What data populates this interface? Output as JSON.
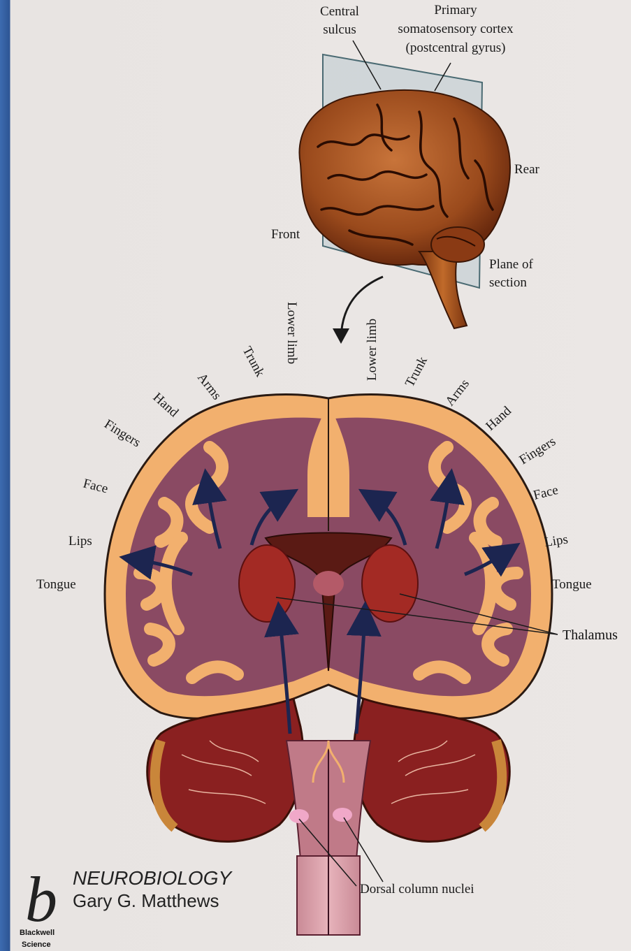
{
  "top_labels": {
    "central_sulcus": [
      "Central",
      "sulcus"
    ],
    "primary_cortex": [
      "Primary",
      "somatosensory cortex",
      "(postcentral gyrus)"
    ],
    "rear": "Rear",
    "front": "Front",
    "plane": [
      "Plane of",
      "section"
    ]
  },
  "body_map_left": [
    "Lower limb",
    "Trunk",
    "Arms",
    "Hand",
    "Fingers",
    "Face",
    "Lips",
    "Tongue"
  ],
  "body_map_right": [
    "Lower limb",
    "Trunk",
    "Arms",
    "Hand",
    "Fingers",
    "Face",
    "Lips",
    "Tongue"
  ],
  "structures": {
    "thalamus": "Thalamus",
    "dorsal_column_nuclei": "Dorsal column nuclei"
  },
  "book": {
    "logo": "b",
    "title": "NEUROBIOLOGY",
    "author": "Gary G. Matthews",
    "publisher": [
      "Blackwell",
      "Science"
    ]
  },
  "colors": {
    "cortex": "#f2b06e",
    "white_matter": "#8a4a63",
    "thalamus": "#a32a24",
    "cerebellum": "#8a2020",
    "brain_top": "#a8541f",
    "arrow": "#1c2550"
  }
}
